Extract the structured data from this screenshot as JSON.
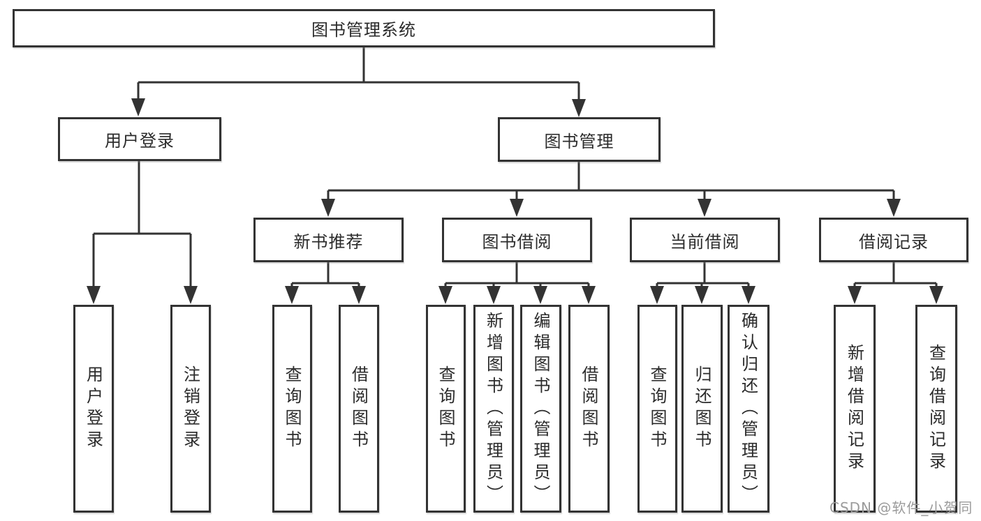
{
  "tree": {
    "label": "图书管理系统",
    "children": [
      {
        "label": "用户登录",
        "children": [
          {
            "label": "用户登录"
          },
          {
            "label": "注销登录"
          }
        ]
      },
      {
        "label": "图书管理",
        "children": [
          {
            "label": "新书推荐",
            "children": [
              {
                "label": "查询图书"
              },
              {
                "label": "借阅图书"
              }
            ]
          },
          {
            "label": "图书借阅",
            "children": [
              {
                "label": "查询图书"
              },
              {
                "label": "新增图书（管理员）"
              },
              {
                "label": "编辑图书（管理员）"
              },
              {
                "label": "借阅图书"
              }
            ]
          },
          {
            "label": "当前借阅",
            "children": [
              {
                "label": "查询图书"
              },
              {
                "label": "归还图书"
              },
              {
                "label": "确认归还（管理员）"
              }
            ]
          },
          {
            "label": "借阅记录",
            "children": [
              {
                "label": "新增借阅记录"
              },
              {
                "label": "查询借阅记录"
              }
            ]
          }
        ]
      }
    ]
  },
  "watermark": {
    "text": "CSDN @软件_小贺同学"
  },
  "colors": {
    "line": "#333333",
    "text": "#2b2b2b",
    "box_background": "#ffffff",
    "watermark": "#9b9b9b",
    "background": "#ffffff"
  }
}
